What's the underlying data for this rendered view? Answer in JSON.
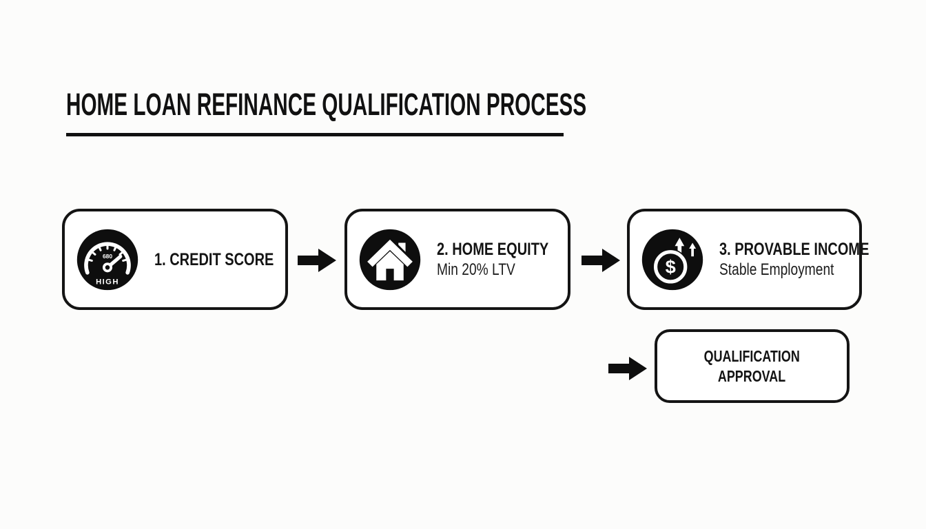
{
  "title": {
    "text": "HOME LOAN REFINANCE QUALIFICATION PROCESS"
  },
  "steps": [
    {
      "label": "1. CREDIT SCORE",
      "icon": "credit-score-gauge-icon",
      "gauge_value": "680",
      "gauge_level": "HIGH"
    },
    {
      "label": "2. HOME EQUITY",
      "sub": "Min 20% LTV",
      "icon": "home-icon"
    },
    {
      "label": "3. PROVABLE INCOME",
      "sub": "Stable Employment",
      "icon": "money-growth-icon"
    }
  ],
  "result": {
    "line1": "QUALIFICATION",
    "line2": "APPROVAL"
  },
  "colors": {
    "ink": "#141414",
    "icon_bg": "#0e0e0e",
    "page_bg": "#fcfcfb",
    "box_bg": "#ffffff"
  }
}
